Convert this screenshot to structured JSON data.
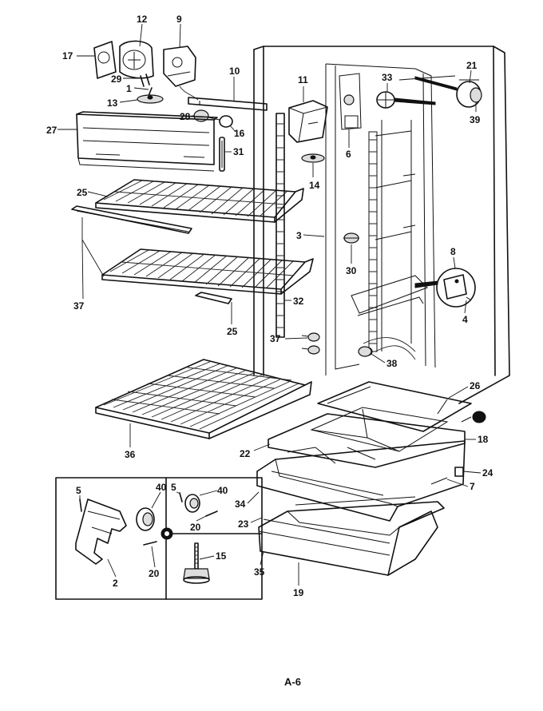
{
  "page_label": "A-6",
  "callouts": [
    {
      "id": "c12",
      "text": "12"
    },
    {
      "id": "c9",
      "text": "9"
    },
    {
      "id": "c17",
      "text": "17"
    },
    {
      "id": "c29",
      "text": "29"
    },
    {
      "id": "c1",
      "text": "1"
    },
    {
      "id": "c13",
      "text": "13"
    },
    {
      "id": "c10",
      "text": "10"
    },
    {
      "id": "c11",
      "text": "11"
    },
    {
      "id": "c33",
      "text": "33"
    },
    {
      "id": "c21",
      "text": "21"
    },
    {
      "id": "c39",
      "text": "39"
    },
    {
      "id": "c28",
      "text": "28"
    },
    {
      "id": "c16",
      "text": "16"
    },
    {
      "id": "c27",
      "text": "27"
    },
    {
      "id": "c31",
      "text": "31"
    },
    {
      "id": "c6",
      "text": "6"
    },
    {
      "id": "c14",
      "text": "14"
    },
    {
      "id": "c25a",
      "text": "25"
    },
    {
      "id": "c3",
      "text": "3"
    },
    {
      "id": "c8",
      "text": "8"
    },
    {
      "id": "c30",
      "text": "30"
    },
    {
      "id": "c4",
      "text": "4"
    },
    {
      "id": "c37a",
      "text": "37"
    },
    {
      "id": "c32",
      "text": "32"
    },
    {
      "id": "c25b",
      "text": "25"
    },
    {
      "id": "c37b",
      "text": "37"
    },
    {
      "id": "c38",
      "text": "38"
    },
    {
      "id": "c26",
      "text": "26"
    },
    {
      "id": "c36",
      "text": "36"
    },
    {
      "id": "c22",
      "text": "22"
    },
    {
      "id": "c18",
      "text": "18"
    },
    {
      "id": "c24",
      "text": "24"
    },
    {
      "id": "c7",
      "text": "7"
    },
    {
      "id": "c34",
      "text": "34"
    },
    {
      "id": "c23",
      "text": "23"
    },
    {
      "id": "c35",
      "text": "35"
    },
    {
      "id": "c19",
      "text": "19"
    },
    {
      "id": "c5a",
      "text": "5"
    },
    {
      "id": "c40a",
      "text": "40"
    },
    {
      "id": "c5b",
      "text": "5"
    },
    {
      "id": "c40b",
      "text": "40"
    },
    {
      "id": "c20a",
      "text": "20"
    },
    {
      "id": "c15",
      "text": "15"
    },
    {
      "id": "c20b",
      "text": "20"
    },
    {
      "id": "c2",
      "text": "2"
    }
  ]
}
